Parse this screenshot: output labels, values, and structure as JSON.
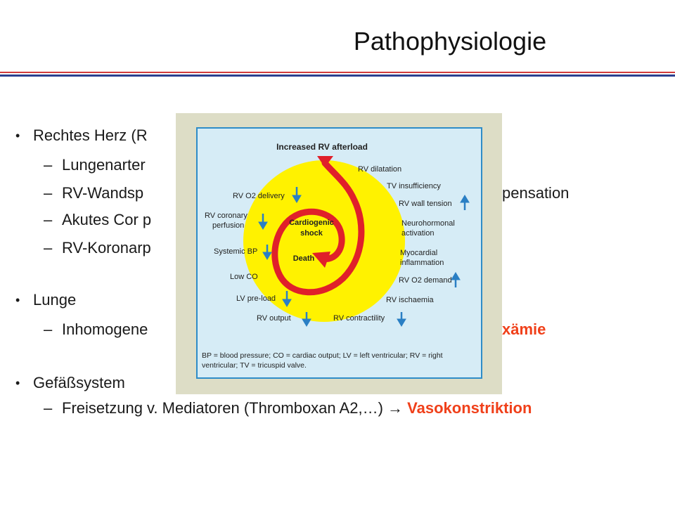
{
  "slide": {
    "title": "Pathophysiologie",
    "bullets": [
      {
        "text": "Rechtes Herz (R"
      },
      {
        "text": "Lungenarter"
      },
      {
        "text": "RV-Wandsp",
        "tail": "pensation"
      },
      {
        "text": "Akutes Cor p"
      },
      {
        "text": "RV-Koronarp"
      },
      {
        "text": "Lunge"
      },
      {
        "text": "Inhomogene",
        "tail": "xämie"
      },
      {
        "text": "Gefäßsystem"
      },
      {
        "text": "Freisetzung v. Mediatoren (Thromboxan A2,…)",
        "arrow": "→",
        "tail": "Vasokonstriktion"
      }
    ],
    "bullet_symbol": "•",
    "dash_symbol": "–"
  },
  "diagram": {
    "top_label": "Increased RV afterload",
    "center_label_1": "Cardiogenic",
    "center_label_2": "shock",
    "death_label": "Death",
    "right_labels": [
      "RV dilatation",
      "TV insufficiency",
      "RV wall tension",
      "Neurohormonal",
      "activation",
      "Myocardial",
      "inflammation",
      "RV O2 demand",
      "RV ischaemia",
      "RV contractility"
    ],
    "left_labels": [
      "RV O2 delivery",
      "RV coronary",
      "perfusion",
      "Systemic BP",
      "Low CO",
      "LV pre-load",
      "RV output"
    ],
    "footnote": "BP = blood pressure; CO = cardiac output; LV = left ventricular; RV = right ventricular; TV = tricuspid valve.",
    "colors": {
      "spiral": "#e0202a",
      "disc": "#fff200",
      "arrow": "#2a7fc4",
      "border": "#2e8cc8"
    }
  }
}
